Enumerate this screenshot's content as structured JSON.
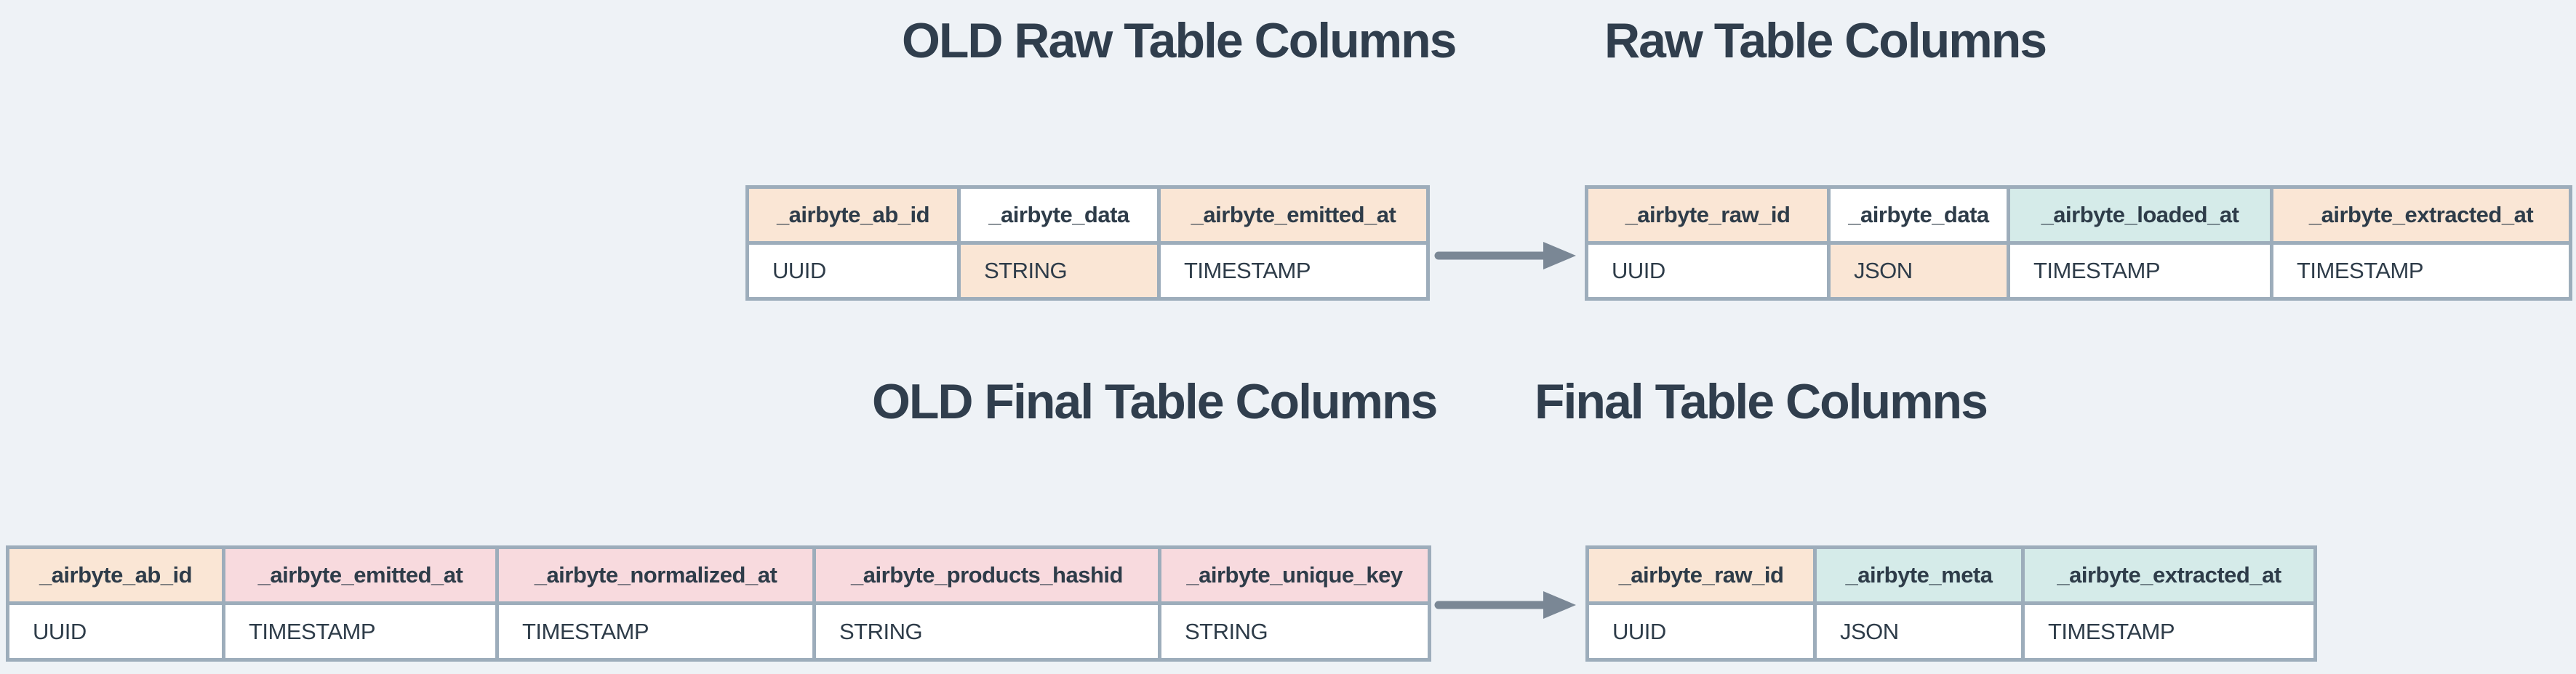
{
  "palette": {
    "background": "#eef2f6",
    "table_border": "#9dadbb",
    "text": "#2e3c49",
    "title_text": "#303e4d",
    "arrow": "#7a8795",
    "cell_peach": "#fae6d5",
    "cell_pink": "#f8dade",
    "cell_teal": "#d5ebe9",
    "cell_white": "#ffffff"
  },
  "diagrams": {
    "raw": {
      "old_title": "OLD Raw Table Columns",
      "new_title": "Raw Table Columns",
      "old_columns": [
        {
          "name": "_airbyte_ab_id",
          "type": "UUID",
          "name_bg": "peach",
          "type_bg": "white"
        },
        {
          "name": "_airbyte_data",
          "type": "STRING",
          "name_bg": "white",
          "type_bg": "peach"
        },
        {
          "name": "_airbyte_emitted_at",
          "type": "TIMESTAMP",
          "name_bg": "peach",
          "type_bg": "white"
        }
      ],
      "new_columns": [
        {
          "name": "_airbyte_raw_id",
          "type": "UUID",
          "name_bg": "peach",
          "type_bg": "white"
        },
        {
          "name": "_airbyte_data",
          "type": "JSON",
          "name_bg": "white",
          "type_bg": "peach"
        },
        {
          "name": "_airbyte_loaded_at",
          "type": "TIMESTAMP",
          "name_bg": "teal",
          "type_bg": "white"
        },
        {
          "name": "_airbyte_extracted_at",
          "type": "TIMESTAMP",
          "name_bg": "peach",
          "type_bg": "white"
        }
      ]
    },
    "final": {
      "old_title": "OLD Final Table Columns",
      "new_title": "Final Table Columns",
      "old_columns": [
        {
          "name": "_airbyte_ab_id",
          "type": "UUID",
          "name_bg": "peach",
          "type_bg": "white"
        },
        {
          "name": "_airbyte_emitted_at",
          "type": "TIMESTAMP",
          "name_bg": "pink",
          "type_bg": "white"
        },
        {
          "name": "_airbyte_normalized_at",
          "type": "TIMESTAMP",
          "name_bg": "pink",
          "type_bg": "white"
        },
        {
          "name": "_airbyte_products_hashid",
          "type": "STRING",
          "name_bg": "pink",
          "type_bg": "white"
        },
        {
          "name": "_airbyte_unique_key",
          "type": "STRING",
          "name_bg": "pink",
          "type_bg": "white"
        }
      ],
      "new_columns": [
        {
          "name": "_airbyte_raw_id",
          "type": "UUID",
          "name_bg": "peach",
          "type_bg": "white"
        },
        {
          "name": "_airbyte_meta",
          "type": "JSON",
          "name_bg": "teal",
          "type_bg": "white"
        },
        {
          "name": "_airbyte_extracted_at",
          "type": "TIMESTAMP",
          "name_bg": "teal",
          "type_bg": "white"
        }
      ]
    }
  }
}
